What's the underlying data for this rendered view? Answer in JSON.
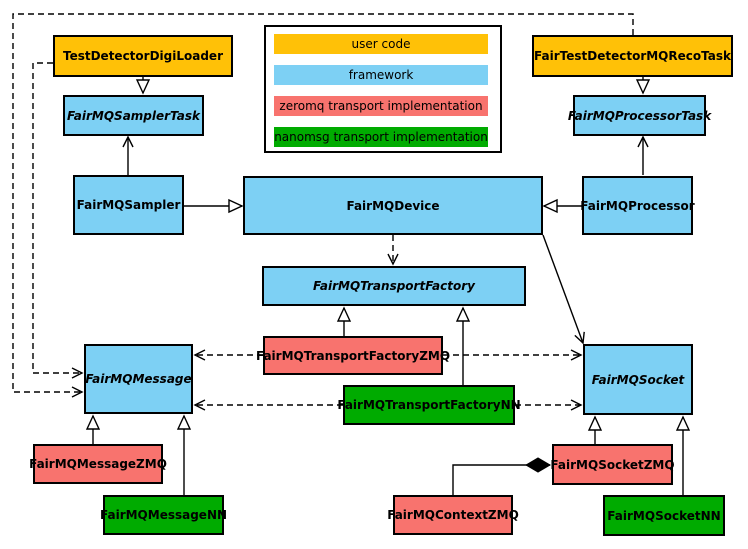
{
  "palette": {
    "user_code": "#FFC107",
    "framework": "#7DD0F4",
    "zeromq": "#F8736E",
    "nanomsg": "#00AB00",
    "line": "#000000",
    "background": "#FFFFFF"
  },
  "legend": {
    "items": [
      {
        "label": "user code",
        "color": "#FFC107"
      },
      {
        "label": "framework",
        "color": "#7DD0F4"
      },
      {
        "label": "zeromq transport implementation",
        "color": "#F8736E"
      },
      {
        "label": "nanomsg transport implementation",
        "color": "#00AB00"
      }
    ]
  },
  "nodes": {
    "test_detector_digi_loader": {
      "label": "TestDetectorDigiLoader",
      "category": "user code"
    },
    "fair_test_detector_mq_reco_task": {
      "label": "FairTestDetectorMQRecoTask",
      "category": "user code"
    },
    "fair_mq_sampler_task": {
      "label": "FairMQSamplerTask",
      "category": "framework",
      "abstract": true
    },
    "fair_mq_processor_task": {
      "label": "FairMQProcessorTask",
      "category": "framework",
      "abstract": true
    },
    "fair_mq_sampler": {
      "label": "FairMQSampler",
      "category": "framework"
    },
    "fair_mq_device": {
      "label": "FairMQDevice",
      "category": "framework"
    },
    "fair_mq_processor": {
      "label": "FairMQProcessor",
      "category": "framework"
    },
    "fair_mq_transport_factory": {
      "label": "FairMQTransportFactory",
      "category": "framework",
      "abstract": true
    },
    "fair_mq_transport_factory_zmq": {
      "label": "FairMQTransportFactoryZMQ",
      "category": "zeromq transport implementation"
    },
    "fair_mq_transport_factory_nn": {
      "label": "FairMQTransportFactoryNN",
      "category": "nanomsg transport implementation"
    },
    "fair_mq_message": {
      "label": "FairMQMessage",
      "category": "framework",
      "abstract": true
    },
    "fair_mq_socket": {
      "label": "FairMQSocket",
      "category": "framework",
      "abstract": true
    },
    "fair_mq_message_zmq": {
      "label": "FairMQMessageZMQ",
      "category": "zeromq transport implementation"
    },
    "fair_mq_message_nn": {
      "label": "FairMQMessageNN",
      "category": "nanomsg transport implementation"
    },
    "fair_mq_socket_zmq": {
      "label": "FairMQSocketZMQ",
      "category": "zeromq transport implementation"
    },
    "fair_mq_socket_nn": {
      "label": "FairMQSocketNN",
      "category": "nanomsg transport implementation"
    },
    "fair_mq_context_zmq": {
      "label": "FairMQContextZMQ",
      "category": "zeromq transport implementation"
    }
  },
  "edges": [
    {
      "from": "TestDetectorDigiLoader",
      "to": "FairMQSamplerTask",
      "type": "generalization"
    },
    {
      "from": "FairTestDetectorMQRecoTask",
      "to": "FairMQProcessorTask",
      "type": "generalization"
    },
    {
      "from": "FairMQSampler",
      "to": "FairMQSamplerTask",
      "type": "association"
    },
    {
      "from": "FairMQProcessor",
      "to": "FairMQProcessorTask",
      "type": "association"
    },
    {
      "from": "FairMQSampler",
      "to": "FairMQDevice",
      "type": "generalization"
    },
    {
      "from": "FairMQProcessor",
      "to": "FairMQDevice",
      "type": "generalization"
    },
    {
      "from": "FairMQDevice",
      "to": "FairMQTransportFactory",
      "type": "dependency-dashed"
    },
    {
      "from": "FairMQDevice",
      "to": "FairMQSocket",
      "type": "association"
    },
    {
      "from": "FairMQTransportFactoryZMQ",
      "to": "FairMQTransportFactory",
      "type": "generalization"
    },
    {
      "from": "FairMQTransportFactoryNN",
      "to": "FairMQTransportFactory",
      "type": "generalization"
    },
    {
      "from": "FairMQTransportFactoryZMQ",
      "to": "FairMQMessage",
      "type": "dependency-dashed"
    },
    {
      "from": "FairMQTransportFactoryZMQ",
      "to": "FairMQSocket",
      "type": "dependency-dashed"
    },
    {
      "from": "FairMQTransportFactoryNN",
      "to": "FairMQMessage",
      "type": "dependency-dashed"
    },
    {
      "from": "FairMQTransportFactoryNN",
      "to": "FairMQSocket",
      "type": "dependency-dashed"
    },
    {
      "from": "TestDetectorDigiLoader",
      "to": "FairMQMessage",
      "type": "dependency-dashed"
    },
    {
      "from": "FairTestDetectorMQRecoTask",
      "to": "FairMQMessage",
      "type": "dependency-dashed"
    },
    {
      "from": "FairMQMessageZMQ",
      "to": "FairMQMessage",
      "type": "generalization"
    },
    {
      "from": "FairMQMessageNN",
      "to": "FairMQMessage",
      "type": "generalization"
    },
    {
      "from": "FairMQSocketZMQ",
      "to": "FairMQSocket",
      "type": "generalization"
    },
    {
      "from": "FairMQSocketNN",
      "to": "FairMQSocket",
      "type": "generalization"
    },
    {
      "from": "FairMQContextZMQ",
      "to": "FairMQSocketZMQ",
      "type": "composition"
    }
  ]
}
